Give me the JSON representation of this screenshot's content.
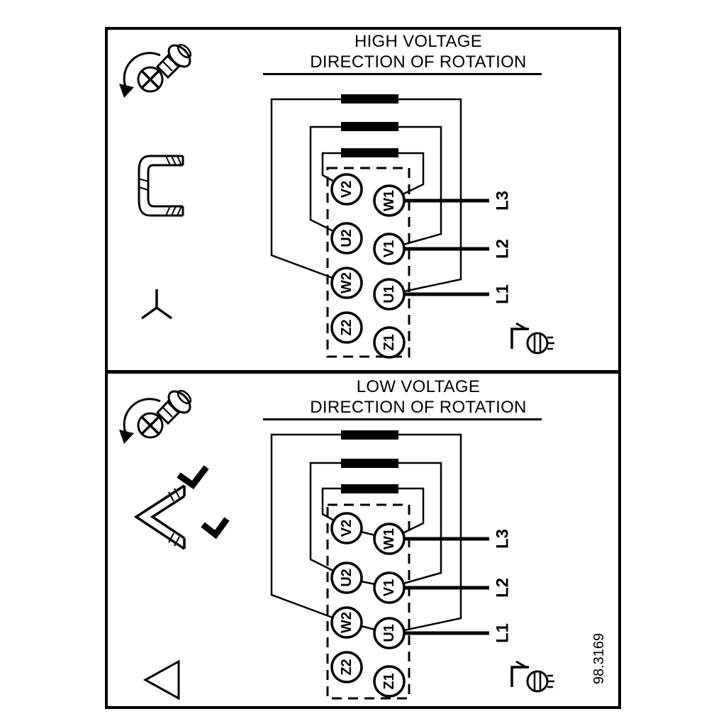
{
  "document": {
    "part_number": "98.3169"
  },
  "colors": {
    "ink": "#000000",
    "paper": "#ffffff"
  },
  "panels": [
    {
      "id": "high-voltage",
      "title_line1": "HIGH VOLTAGE",
      "title_line2": "DIRECTION OF ROTATION",
      "connection": "star",
      "terminals": {
        "left": [
          "V2",
          "U2",
          "W2",
          "Z2"
        ],
        "right": [
          "W1",
          "V1",
          "U1",
          "Z1"
        ]
      },
      "supply_lines": [
        "L3",
        "L2",
        "L1"
      ],
      "jumper_bar_count": 3,
      "icons": [
        "screw-rotation-icon",
        "jumper-bracket-icon",
        "star-symbol-icon",
        "cable-clamp-icon"
      ]
    },
    {
      "id": "low-voltage",
      "title_line1": "LOW VOLTAGE",
      "title_line2": "DIRECTION OF ROTATION",
      "connection": "delta",
      "terminals": {
        "left": [
          "V2",
          "U2",
          "W2",
          "Z2"
        ],
        "right": [
          "W1",
          "V1",
          "U1",
          "Z1"
        ]
      },
      "supply_lines": [
        "L3",
        "L2",
        "L1"
      ],
      "jumper_bar_count": 3,
      "icons": [
        "screw-rotation-icon",
        "delta-jumper-bars-icon",
        "delta-symbol-icon",
        "cable-clamp-icon"
      ]
    }
  ]
}
